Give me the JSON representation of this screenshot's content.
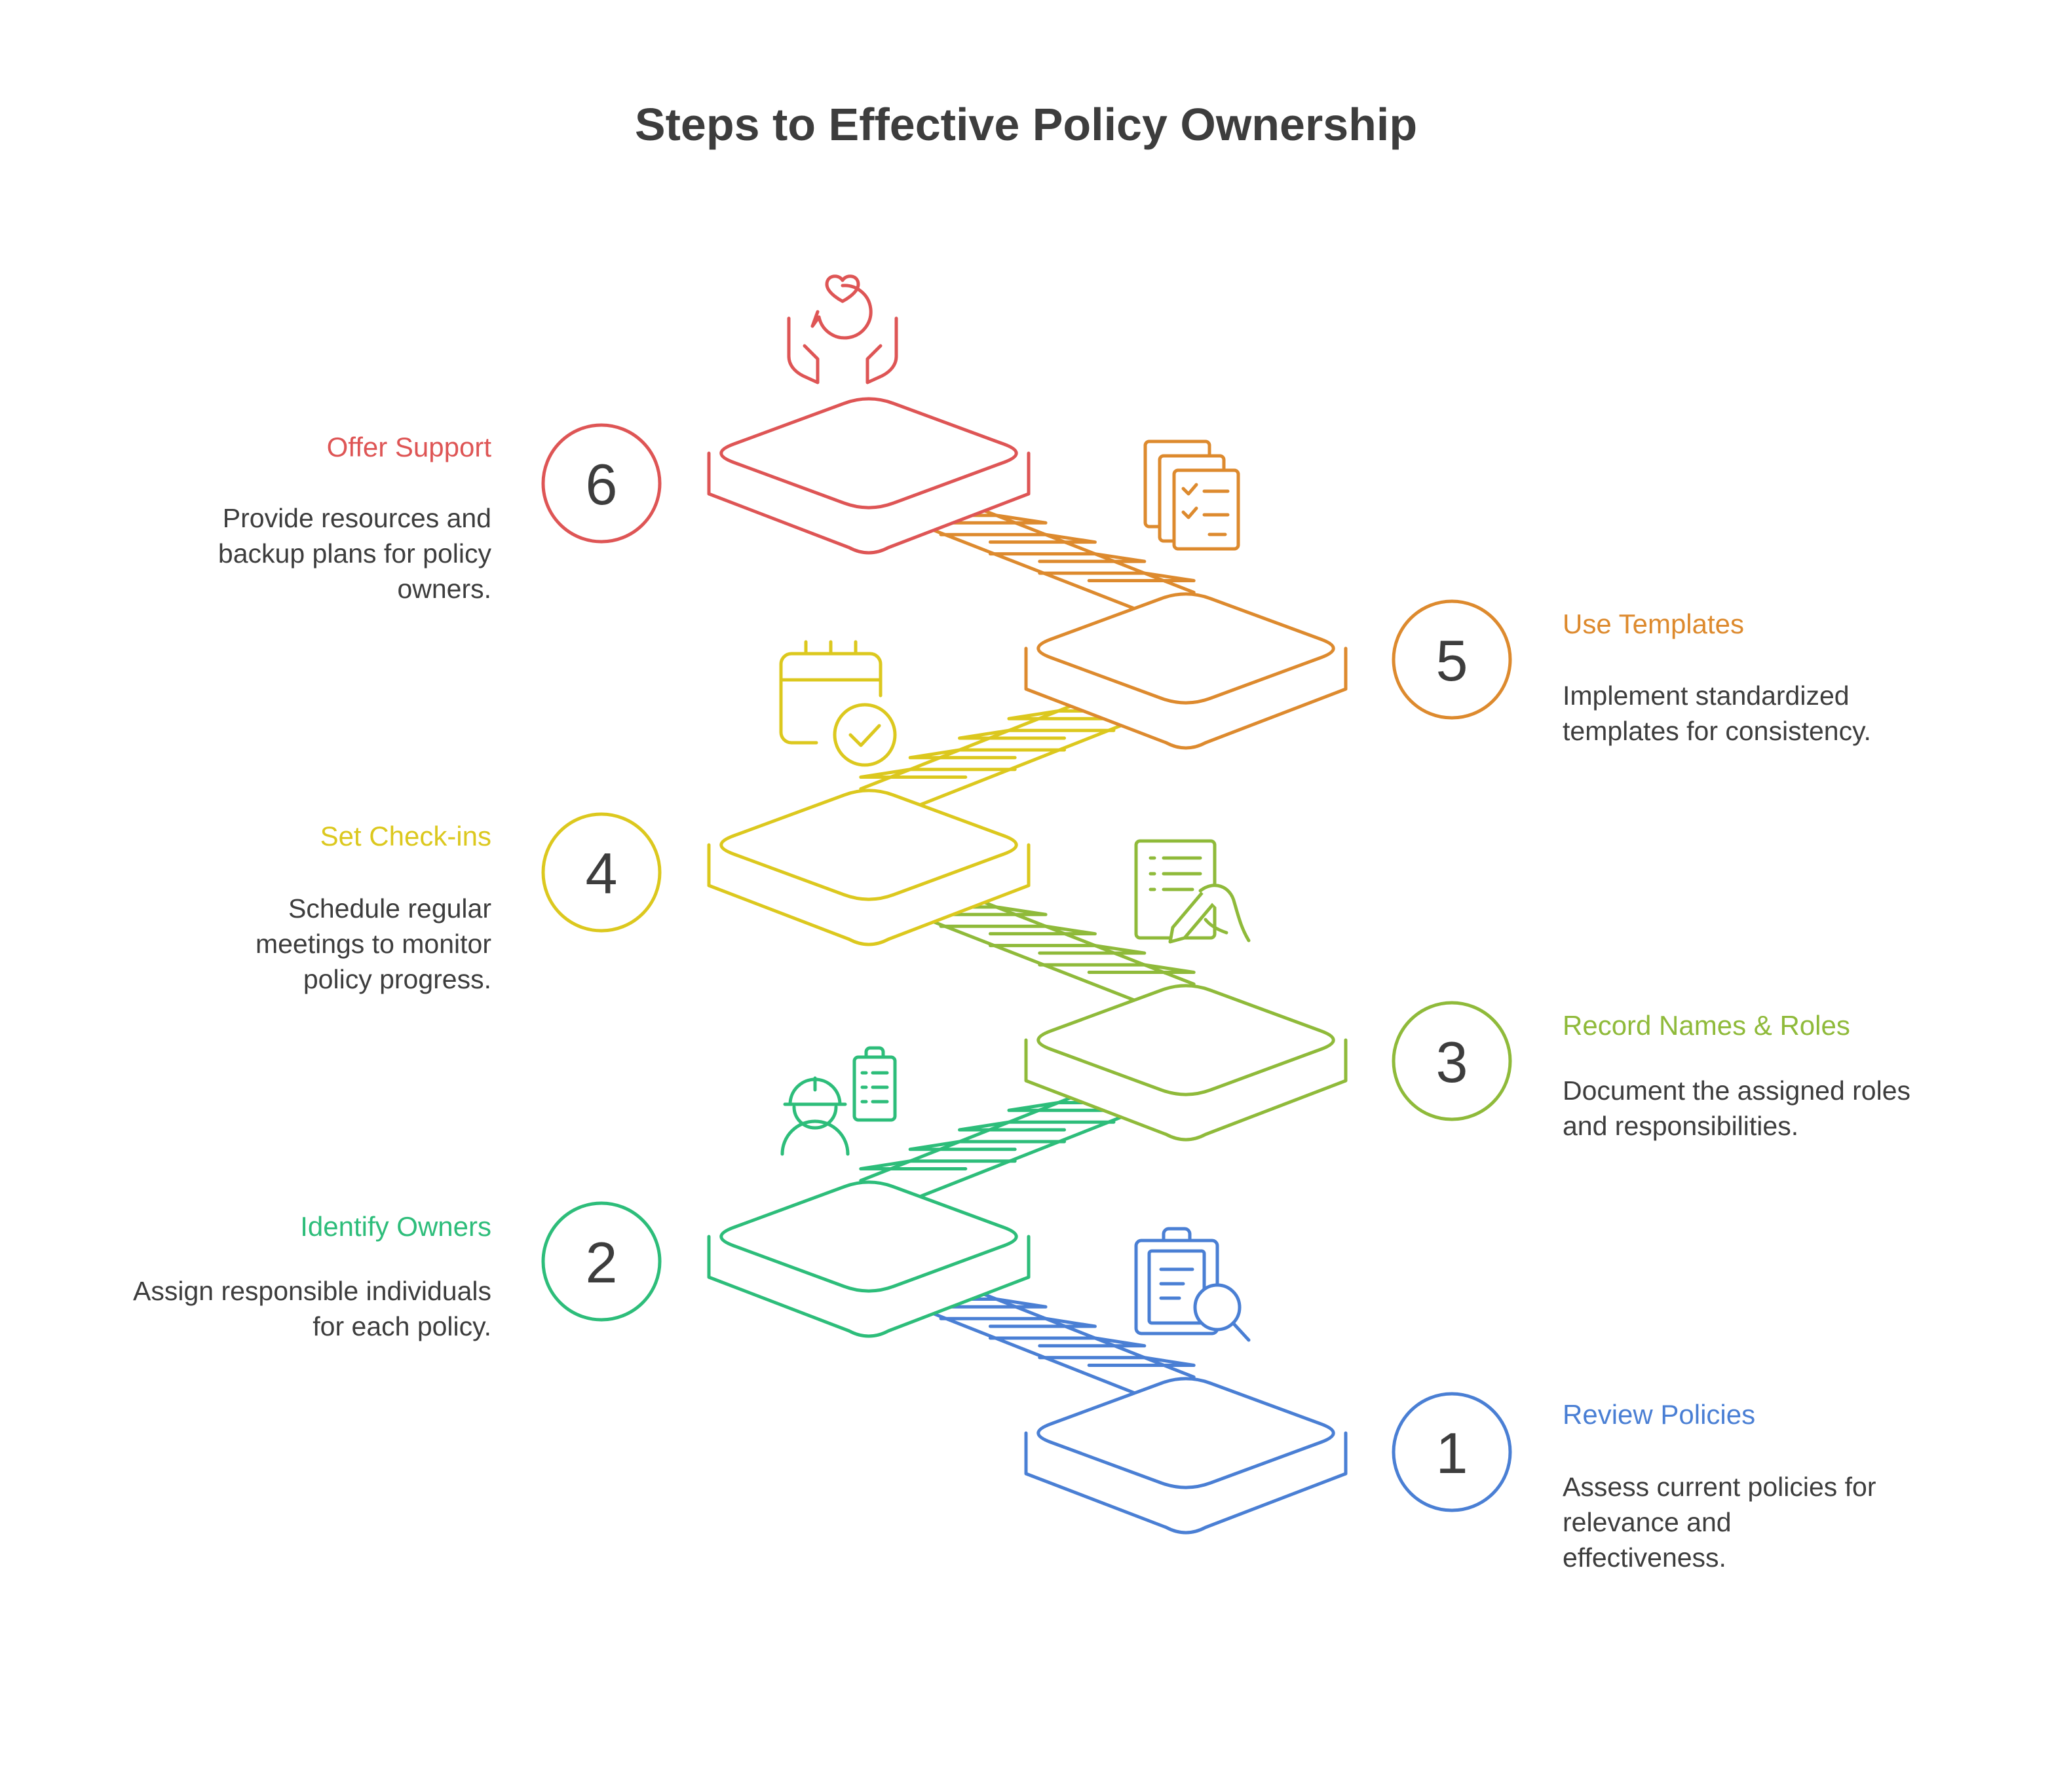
{
  "title": "Steps to Effective Policy Ownership",
  "colors": {
    "step1": "#4a7fd4",
    "step2": "#2dbd7a",
    "step3": "#8fba3a",
    "step4": "#dcc81e",
    "step5": "#dd8a2e",
    "step6": "#de5555",
    "text": "#3d3d3d"
  },
  "steps": [
    {
      "number": "1",
      "title": "Review Policies",
      "description": "Assess current policies for relevance and effectiveness.",
      "icon": "clipboard-search-icon"
    },
    {
      "number": "2",
      "title": "Identify Owners",
      "description": "Assign responsible individuals for each policy.",
      "icon": "worker-checklist-icon"
    },
    {
      "number": "3",
      "title": "Record Names & Roles",
      "description": "Document the assigned roles and responsibilities.",
      "icon": "document-sign-icon"
    },
    {
      "number": "4",
      "title": "Set Check-ins",
      "description": "Schedule regular meetings to monitor policy progress.",
      "icon": "calendar-check-icon"
    },
    {
      "number": "5",
      "title": "Use Templates",
      "description": "Implement standardized templates for consistency.",
      "icon": "stacked-checklist-icon"
    },
    {
      "number": "6",
      "title": "Offer Support",
      "description": "Provide resources and backup plans for policy owners.",
      "icon": "hands-heart-icon"
    }
  ]
}
